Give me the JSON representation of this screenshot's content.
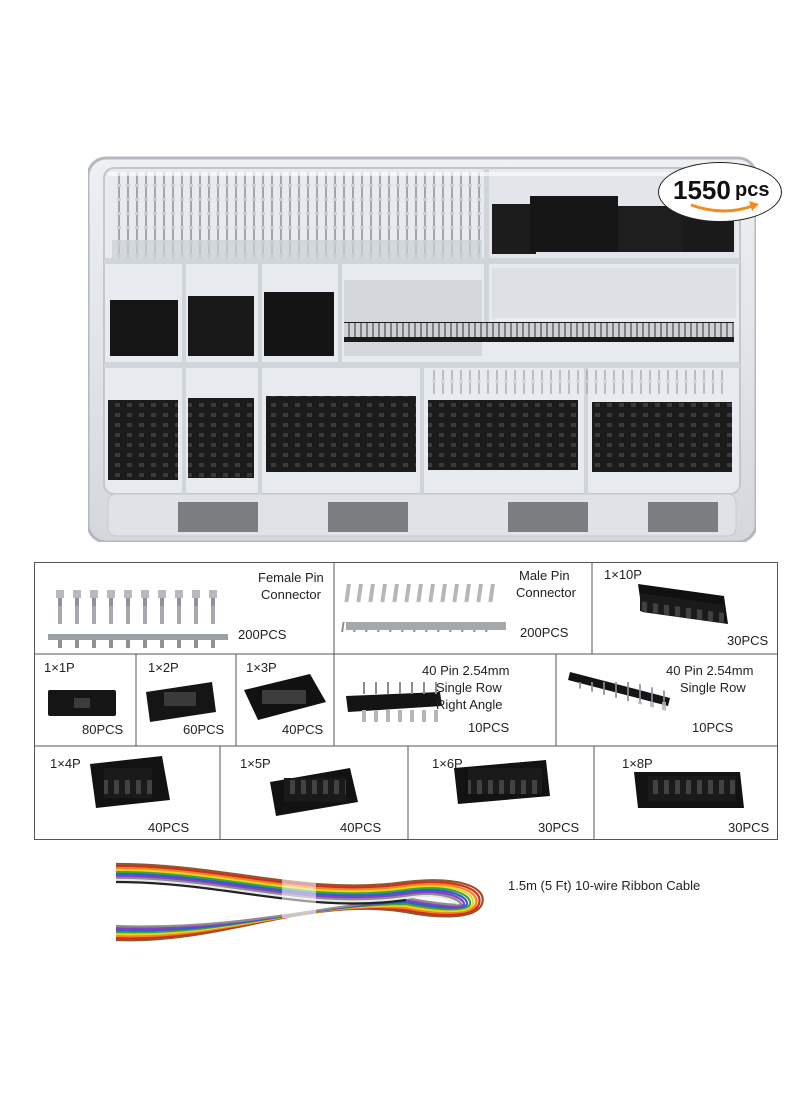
{
  "badge": {
    "count": "1550",
    "unit": "pcs"
  },
  "colors": {
    "connector": "#1a1a1a",
    "pin_metal": "#b9bcc0",
    "badge_accent": "#f28c1e",
    "border": "#444444"
  },
  "items": {
    "female_pin": {
      "name_line1": "Female Pin",
      "name_line2": "Connector",
      "qty": "200PCS"
    },
    "male_pin": {
      "name_line1": "Male Pin",
      "name_line2": "Connector",
      "qty": "200PCS"
    },
    "h1x10": {
      "name": "1×10P",
      "qty": "30PCS"
    },
    "h1x1": {
      "name": "1×1P",
      "qty": "80PCS"
    },
    "h1x2": {
      "name": "1×2P",
      "qty": "60PCS"
    },
    "h1x3": {
      "name": "1×3P",
      "qty": "40PCS"
    },
    "ra_header": {
      "line1": "40 Pin 2.54mm",
      "line2": "Single Row",
      "line3": "Right Angle",
      "qty": "10PCS"
    },
    "st_header": {
      "line1": "40 Pin 2.54mm",
      "line2": "Single Row",
      "qty": "10PCS"
    },
    "h1x4": {
      "name": "1×4P",
      "qty": "40PCS"
    },
    "h1x5": {
      "name": "1×5P",
      "qty": "40PCS"
    },
    "h1x6": {
      "name": "1×6P",
      "qty": "30PCS"
    },
    "h1x8": {
      "name": "1×8P",
      "qty": "30PCS"
    }
  },
  "cable": {
    "label": "1.5m (5 Ft) 10-wire Ribbon Cable"
  }
}
